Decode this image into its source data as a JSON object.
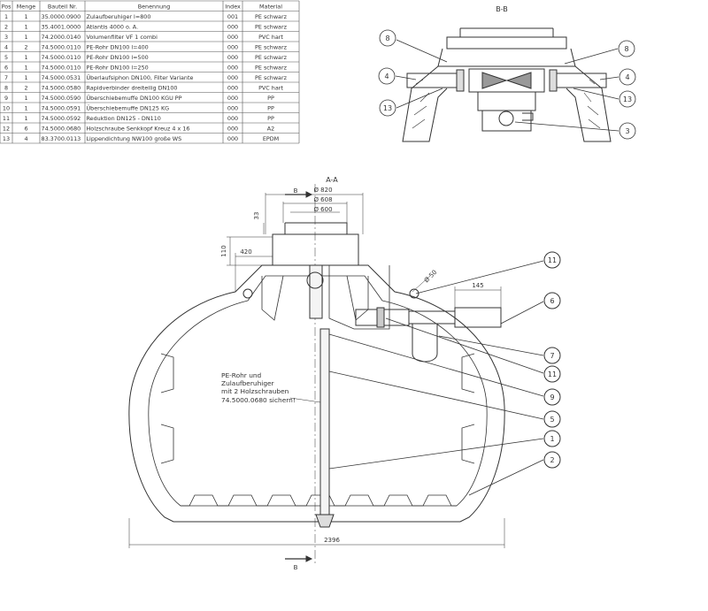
{
  "parts_table": {
    "headers": [
      "Pos",
      "Menge",
      "Bauteil Nr.",
      "Benennung",
      "Index",
      "Material"
    ],
    "rows": [
      [
        "1",
        "1",
        "35.0000.0900",
        "Zulaufberuhiger l=800",
        "001",
        "PE schwarz"
      ],
      [
        "2",
        "1",
        "35.4001.0000",
        "Atlantis 4000 o. A.",
        "000",
        "PE schwarz"
      ],
      [
        "3",
        "1",
        "74.2000.0140",
        "Volumenfilter VF 1 combi",
        "000",
        "PVC hart"
      ],
      [
        "4",
        "2",
        "74.5000.0110",
        "PE-Rohr DN100 l=400",
        "000",
        "PE schwarz"
      ],
      [
        "5",
        "1",
        "74.5000.0110",
        "PE-Rohr DN100 l=500",
        "000",
        "PE schwarz"
      ],
      [
        "6",
        "1",
        "74.5000.0110",
        "PE-Rohr DN100 l=250",
        "000",
        "PE schwarz"
      ],
      [
        "7",
        "1",
        "74.5000.0531",
        "Überlaufsiphon DN100, Filter Variante",
        "000",
        "PE schwarz"
      ],
      [
        "8",
        "2",
        "74.5000.0580",
        "Rapidverbinder dreiteilig DN100",
        "000",
        "PVC hart"
      ],
      [
        "9",
        "1",
        "74.5000.0590",
        "Überschiebemuffe DN100 KGU PP",
        "000",
        "PP"
      ],
      [
        "10",
        "1",
        "74.5000.0591",
        "Überschiebemuffe DN125 KG",
        "000",
        "PP"
      ],
      [
        "11",
        "1",
        "74.5000.0592",
        "Reduktion DN125 - DN110",
        "000",
        "PP"
      ],
      [
        "12",
        "6",
        "74.5000.0680",
        "Holzschraube Senkkopf Kreuz 4 x 16",
        "000",
        "A2"
      ],
      [
        "13",
        "4",
        "83.3700.0113",
        "Lippendichtung NW100 große WS",
        "000",
        "EPDM"
      ]
    ]
  },
  "section_bb": {
    "title": "B-B",
    "balloons": [
      "8",
      "8",
      "4",
      "4",
      "13",
      "13",
      "3"
    ]
  },
  "section_aa": {
    "title": "A-A",
    "dimensions": {
      "d820": "Ø 820",
      "d608": "Ø 608",
      "d600": "Ø 600",
      "h33": "33",
      "h110": "110",
      "w420": "420",
      "w145": "145",
      "d50": "Ø 50",
      "w2396": "2396"
    },
    "section_mark_top": "B",
    "section_mark_bottom": "B",
    "note": [
      "PE-Rohr und",
      "Zulaufberuhiger",
      "mit 2 Holzschrauben",
      "74.5000.0680 sichern!"
    ],
    "balloons": [
      "11",
      "6",
      "7",
      "11",
      "9",
      "5",
      "1",
      "2"
    ]
  }
}
